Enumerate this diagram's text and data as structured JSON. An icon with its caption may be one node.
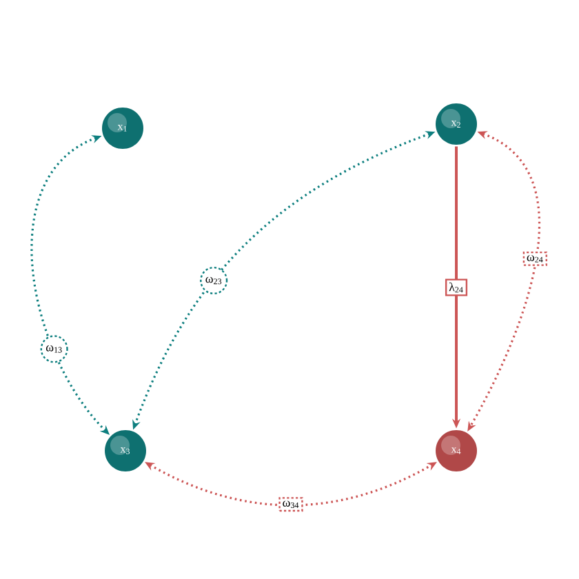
{
  "diagram": {
    "nodes": [
      {
        "text": [
          "x$_{1}$"
        ]
      },
      {
        "text": [
          "x$_{2}$"
        ]
      },
      {
        "text": [
          "x$_{3}$"
        ]
      },
      {
        "text": [
          "x$_{4}$"
        ]
      }
    ],
    "edges": [
      {
        "from": 0,
        "to": 2,
        "arrow": "both",
        "label": "ω$_{13}$",
        "style": "dashed",
        "color": "#0e7f7f"
      },
      {
        "from": 1,
        "to": 2,
        "arrow": "both",
        "label": "ω$_{23}$",
        "style": "dashed",
        "color": "#0e7f7f"
      },
      {
        "from": 1,
        "to": 3,
        "arrow": "to",
        "label": "λ$_{24}$",
        "color": "#cc5555"
      },
      {
        "from": 1,
        "to": 3,
        "arrow": "both",
        "label": "ω$_{24}$",
        "style": "dashed",
        "color": "#cc5555"
      },
      {
        "from": 2,
        "to": 3,
        "arrow": "both",
        "label": "ω$_{34}$",
        "style": "dashed",
        "color": "#cc5555"
      }
    ]
  }
}
